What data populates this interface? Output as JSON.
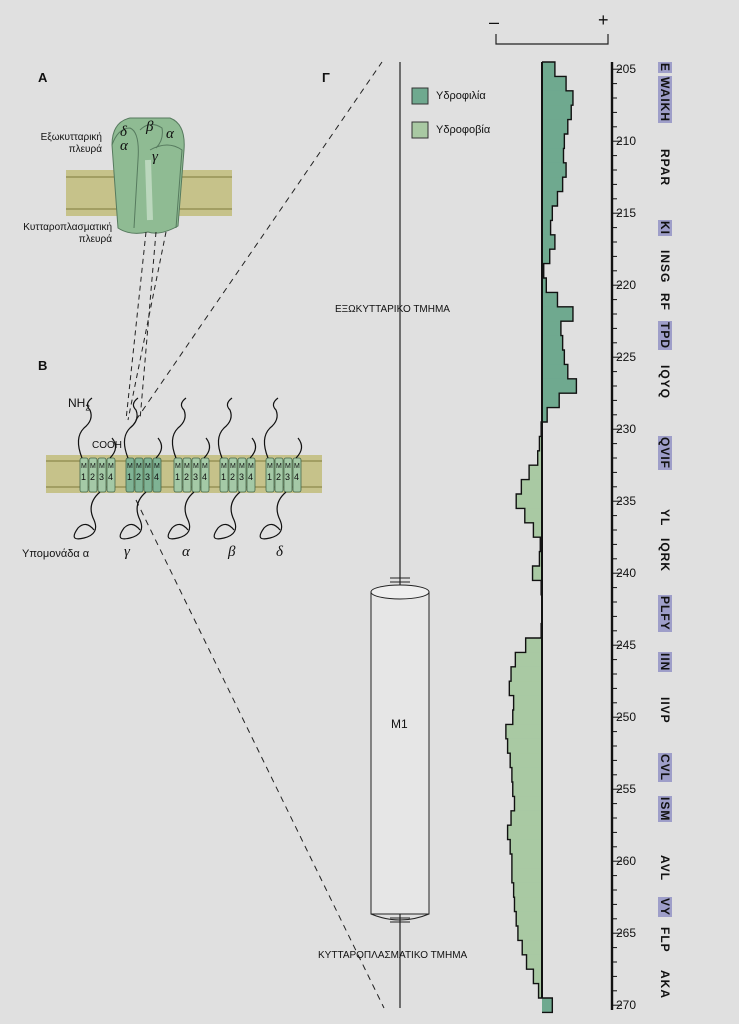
{
  "panels": {
    "a": {
      "letter": "Α",
      "extracellular": "Εξωκυτταρική\nπλευρά",
      "cytoplasmic": "Κυτταροπλασματική\nπλευρά",
      "subunits": [
        "δ",
        "β",
        "α",
        "α",
        "γ"
      ]
    },
    "b": {
      "letter": "Β",
      "nh2": "NH",
      "nh2_sub": "2",
      "cooh": "COOH",
      "helix_top": "M",
      "helix_nums": [
        "1",
        "2",
        "3",
        "4"
      ],
      "subunit_caption": "Υπομονάδα α",
      "subunit_labels": [
        "γ",
        "α",
        "β",
        "δ"
      ]
    },
    "c": {
      "letter": "Γ",
      "legend": [
        {
          "label": "Υδροφιλία",
          "color": "#6fa98f"
        },
        {
          "label": "Υδροφοβία",
          "color": "#a9c9a3"
        }
      ],
      "scale_minus": "–",
      "scale_plus": "+",
      "extracellular": "ΕΞΩΚΥΤΤΑΡΙΚΟ ΤΜΗΜΑ",
      "cytoplasmic": "ΚΥΤΤΑΡΟΠΛΑΣΜΑΤΙΚΟ ΤΜΗΜΑ",
      "helix": "M1"
    }
  },
  "colors": {
    "membrane": "#c6c28a",
    "membrane_line": "#7f7b3c",
    "hydrophilic": "#6fa98f",
    "hydrophobic": "#a9c9a3",
    "highlight": "#9e9ec9"
  },
  "chart_data": {
    "type": "bar",
    "orientation": "horizontal",
    "x": [
      205,
      206,
      207,
      208,
      209,
      210,
      211,
      212,
      213,
      214,
      215,
      216,
      217,
      218,
      219,
      220,
      221,
      222,
      223,
      224,
      225,
      226,
      227,
      228,
      229,
      230,
      231,
      232,
      233,
      234,
      235,
      236,
      237,
      238,
      239,
      240,
      241,
      242,
      243,
      244,
      245,
      246,
      247,
      248,
      249,
      250,
      251,
      252,
      253,
      254,
      255,
      256,
      257,
      258,
      259,
      260,
      261,
      262,
      263,
      264,
      265,
      266,
      267,
      268,
      269,
      270
    ],
    "values": [
      1.5,
      2.8,
      3.6,
      3.4,
      3.0,
      2.6,
      2.5,
      2.8,
      2.4,
      1.8,
      1.2,
      1.0,
      1.5,
      0.9,
      0.2,
      0.5,
      1.8,
      3.6,
      2.2,
      2.4,
      2.6,
      3.0,
      4.0,
      2.0,
      0.6,
      -0.1,
      -0.3,
      -0.5,
      -1.5,
      -2.4,
      -3.0,
      -2.0,
      -1.0,
      -0.2,
      -0.3,
      -1.1,
      -0.1,
      0,
      0,
      -0.1,
      -1.9,
      -3.1,
      -3.6,
      -3.8,
      -3.3,
      -3.4,
      -4.2,
      -4.0,
      -3.7,
      -3.5,
      -3.4,
      -3.2,
      -3.6,
      -4.0,
      -3.7,
      -3.5,
      -3.5,
      -3.3,
      -3.2,
      -3.0,
      -2.8,
      -2.3,
      -1.8,
      -1.0,
      -0.4,
      1.2
    ],
    "ylim": [
      -5,
      5
    ],
    "tick_labels": [
      "205",
      "210",
      "215",
      "220",
      "225",
      "230",
      "235",
      "240",
      "245",
      "250",
      "255",
      "260",
      "265",
      "270"
    ]
  },
  "sequence": [
    {
      "start": 205,
      "text": "E",
      "hl": true
    },
    {
      "start": 206,
      "text": "WAIKH",
      "hl": true
    },
    {
      "start": 211,
      "text": "RPAR",
      "hl": false
    },
    {
      "start": 216,
      "text": "KI",
      "hl": true
    },
    {
      "start": 218,
      "text": "INSG",
      "hl": false
    },
    {
      "start": 221,
      "text": "RF",
      "hl": false
    },
    {
      "start": 223,
      "text": "TPD",
      "hl": true
    },
    {
      "start": 226,
      "text": "IQYQ",
      "hl": false
    },
    {
      "start": 231,
      "text": "QVIF",
      "hl": true
    },
    {
      "start": 236,
      "text": "YL",
      "hl": false
    },
    {
      "start": 238,
      "text": "IQRK",
      "hl": false
    },
    {
      "start": 242,
      "text": "PLFY",
      "hl": true
    },
    {
      "start": 246,
      "text": "IIN",
      "hl": true
    },
    {
      "start": 249,
      "text": "IIVP",
      "hl": false
    },
    {
      "start": 253,
      "text": "CVL",
      "hl": true
    },
    {
      "start": 256,
      "text": "ISM",
      "hl": true
    },
    {
      "start": 260,
      "text": "AVL",
      "hl": false
    },
    {
      "start": 263,
      "text": "VY",
      "hl": true
    },
    {
      "start": 265,
      "text": "FLP",
      "hl": false
    },
    {
      "start": 268,
      "text": "AKA",
      "hl": false
    }
  ]
}
